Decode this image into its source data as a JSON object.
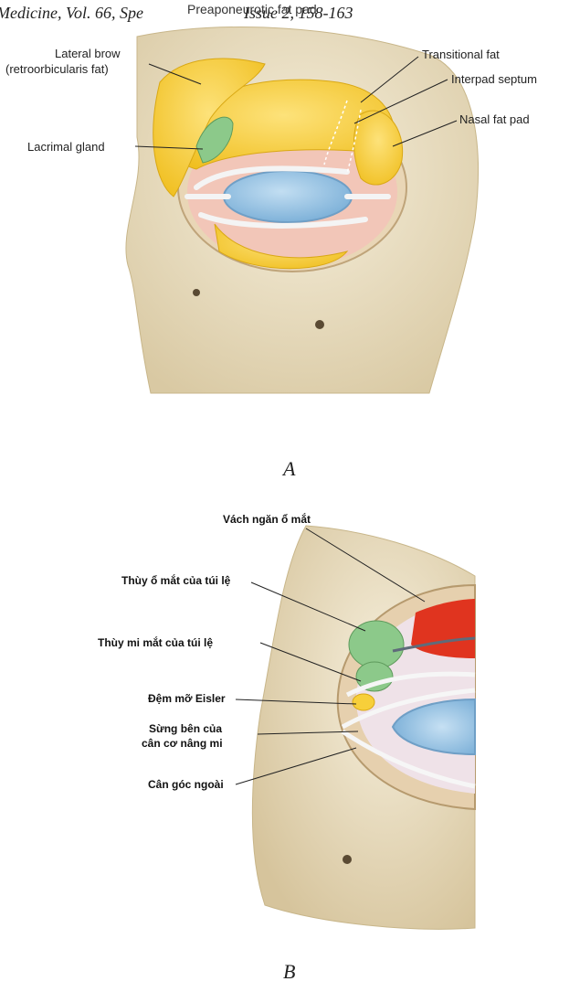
{
  "header": {
    "journal_prefix": "Medicine, Vol. 66, Spe",
    "overlap_text": "Preaponeurotic fat pad",
    "journal_suffix": "Issue 2, 158-163"
  },
  "figure_a": {
    "panel_label": "A",
    "labels": {
      "lateral_brow_1": "Lateral brow",
      "lateral_brow_2": "(retroorbicularis fat)",
      "lacrimal_gland": "Lacrimal gland",
      "transitional_fat": "Transitional fat",
      "interpad_septum": "Interpad septum",
      "nasal_fat_pad": "Nasal fat pad"
    }
  },
  "figure_b": {
    "panel_label": "B",
    "labels": {
      "orbital_septum": "Vách ngăn ổ mắt",
      "orbital_lobe": "Thùy ổ mắt của túi lệ",
      "palpebral_lobe": "Thùy mi mắt của túi lệ",
      "eisler_pad": "Đệm mỡ Eisler",
      "lateral_horn_1": "Sừng bên của",
      "lateral_horn_2": "cân cơ nâng mi",
      "lateral_canthal": "Cân góc ngoài"
    }
  },
  "colors": {
    "fat": "#f7cf3a",
    "gland": "#8cc98a",
    "globe": "#9cc7e4",
    "bone": "#efe4cc",
    "muscle": "#e0341f"
  }
}
